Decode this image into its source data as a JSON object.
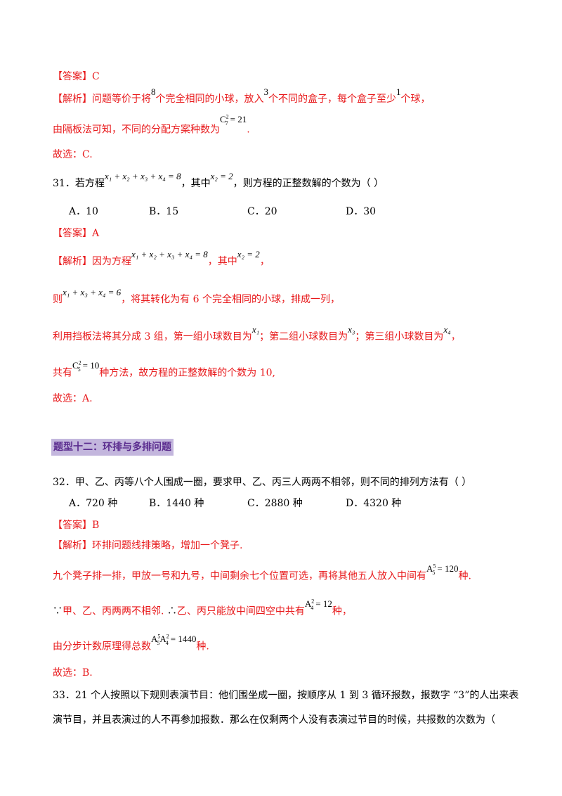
{
  "q30": {
    "answer": "【答案】C",
    "analysis_label": "【解析】",
    "analysis_1a": "问题等价于将",
    "n8": "8",
    "analysis_1b": "个完全相同的小球，放入",
    "n3": "3",
    "analysis_1c": "个不同的盒子，每个盒子至少",
    "n1": "1",
    "analysis_1d": "个球，",
    "analysis_2a": "由隔板法可知，不同的分配方案种数为",
    "formula_c72": "C",
    "formula_c72_sup": "2",
    "formula_c72_sub": "7",
    "formula_c72_rhs": "= 21",
    "analysis_2b": ".",
    "conclusion": "故选：C."
  },
  "q31": {
    "stem_a": "31．若方程",
    "eq1": "x₁ + x₂ + x₃ + x₄ = 8",
    "stem_b": "，其中",
    "eq2": "x₂ = 2",
    "stem_c": "，则方程的正整数解的个数为（    ）",
    "options": [
      "A．10",
      "B．15",
      "C．20",
      "D．30"
    ],
    "answer": "【答案】A",
    "analysis_label": "【解析】",
    "a1a": "因为方程",
    "a1_eq1": "x₁ + x₂ + x₃ + x₄ = 8",
    "a1b": "，其中",
    "a1_eq2": "x₂ = 2",
    "a1c": "，",
    "a2a": "则",
    "a2_eq": "x₁ + x₃ + x₄ = 6",
    "a2b": "，将其转化为有 6 个完全相同的小球，排成一列，",
    "a3a": "利用挡板法将其分成 3 组，第一组小球数目为",
    "a3_x1": "x₁",
    "a3b": "；第二组小球数目为",
    "a3_x3": "x₃",
    "a3c": "；第三组小球数目为",
    "a3_x4": "x₄",
    "a3d": "，",
    "a4a": "共有",
    "a4_eq": "C",
    "a4_sup": "2",
    "a4_sub": "5",
    "a4_rhs": "= 10",
    "a4b": "种方法，故方程的正整数解的个数为 10,",
    "conclusion": "故选：A."
  },
  "section_heading": "题型十二：环排与多排问题",
  "q32": {
    "stem": "32．甲、乙、丙等八个人围成一圈，要求甲、乙、丙三人两两不相邻，则不同的排列方法有（    ）",
    "options": [
      "A．720 种",
      "B．1440 种",
      "C．2880 种",
      "D．4320 种"
    ],
    "answer": "【答案】B",
    "analysis_label": "【解析】",
    "a1": "环排问题线排策略，增加一个凳子.",
    "a2a": "九个凳子排一排，甲放一号和九号，中间剩余七个位置可选，再将其他五人放入中间有",
    "a2_eq": "A",
    "a2_sup": "5",
    "a2_sub": "5",
    "a2_rhs": "= 120",
    "a2b": "种.",
    "a3_because": "∵",
    "a3a": "甲、乙、丙两两不相邻. ",
    "a3_therefore": "∴",
    "a3b": "乙、丙只能放中间四空中共有",
    "a3_eq": "A",
    "a3_sup": "2",
    "a3_sub": "4",
    "a3_rhs": "= 12",
    "a3c": "种，",
    "a4a": "由分步计数原理得总数",
    "a4_eq1": "A",
    "a4_sup1": "5",
    "a4_sub1": "5",
    "a4_eq2": "A",
    "a4_sup2": "2",
    "a4_sub2": "4",
    "a4_rhs": "= 1440",
    "a4b": "种.",
    "conclusion": "故选：B."
  },
  "q33": {
    "line1": "33．21 个人按照以下规则表演节目：他们围坐成一圈，按顺序从 1 到 3 循环报数，报数字 “3”的人出来表",
    "line2": "演节目，并且表演过的人不再参加报数．那么在仅剩两个人没有表演过节目的时候，共报数的次数为（"
  }
}
